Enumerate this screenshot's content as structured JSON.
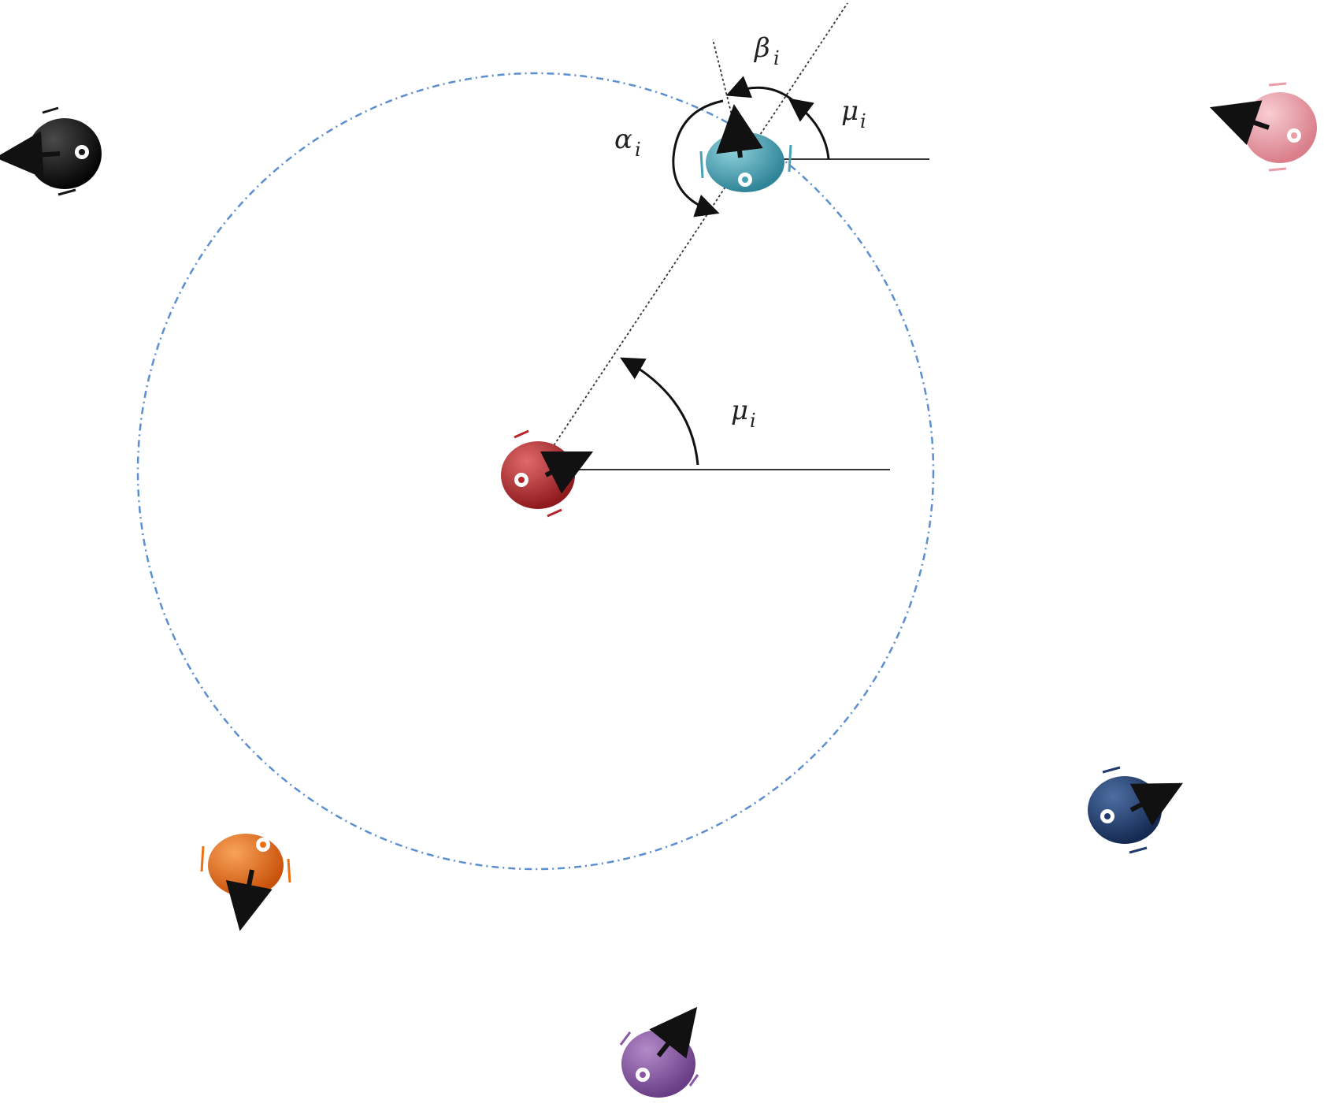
{
  "labels": {
    "beta": "β",
    "mu": "μ",
    "alpha": "α",
    "subscript": "i"
  },
  "colors": {
    "circle": "#5b8fd0",
    "center_robot": "#b5252a",
    "neighbor_robot": "#4aa3b5",
    "black_robot": "#151515",
    "pink_robot": "#ec9ca6",
    "navy_robot": "#1f3a6b",
    "orange_robot": "#ec6f12",
    "purple_robot": "#8a57a6",
    "arrow": "#111111",
    "line": "#333333"
  },
  "icons": {
    "robot": "robot-icon",
    "heading": "heading-arrow-icon",
    "angle": "angle-arc-arrow-icon"
  }
}
